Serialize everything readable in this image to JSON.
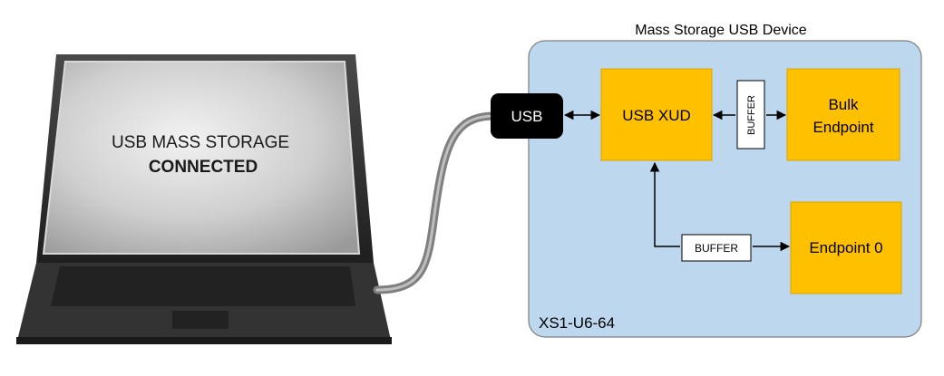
{
  "device": {
    "title": "Mass Storage USB Device",
    "chip_label": "XS1-U6-64"
  },
  "laptop": {
    "screen_line1": "USB MASS STORAGE",
    "screen_line2": "CONNECTED"
  },
  "blocks": {
    "usb": "USB",
    "usb_xud": "USB XUD",
    "buffer_vertical": "BUFFER",
    "bulk_line1": "Bulk",
    "bulk_line2": "Endpoint",
    "buffer_horizontal": "BUFFER",
    "endpoint0": "Endpoint 0"
  },
  "colors": {
    "device_fill": "#bdd7ee",
    "device_border": "#7f7f7f",
    "block_yellow": "#ffc000",
    "usb_black": "#000000",
    "cable_gray": "#7f7f7f",
    "laptop_body": "#2b2b2b",
    "screen_gray": "#c8c8c8"
  }
}
